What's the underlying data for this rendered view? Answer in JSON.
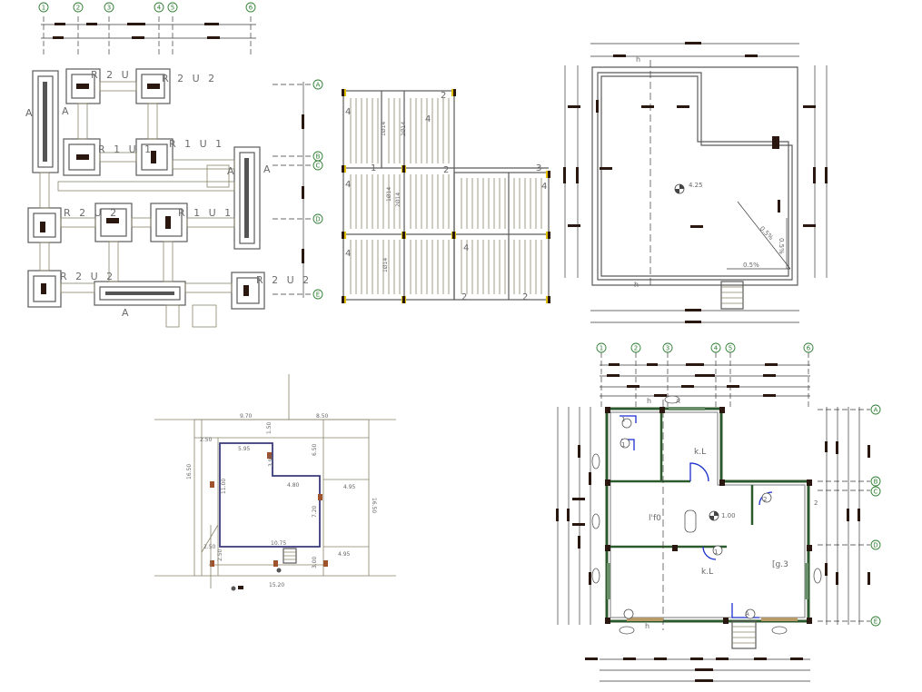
{
  "foundation_plan": {
    "grid_cols": [
      "1",
      "2",
      "3",
      "4",
      "5",
      "6"
    ],
    "grid_rows": [
      "A",
      "B",
      "C",
      "D",
      "E"
    ],
    "section_marks": [
      "A",
      "A",
      "A",
      "A",
      "A"
    ],
    "footing_labels": [
      "R 2 U",
      "R 2 U 2",
      "R 1 U 1",
      "R 1 U 1",
      "R 2 U 2",
      "R 1 U 1",
      "R 2 U 2"
    ]
  },
  "slab_plan": {
    "labels": [
      "2",
      "4",
      "4",
      "1",
      "2",
      "4",
      "3",
      "4",
      "4",
      "4",
      "2",
      "2"
    ],
    "rebar_labels": [
      "1Ø14",
      "2Ø14",
      "1Ø14",
      "2Ø14",
      "1Ø14"
    ]
  },
  "roof_plan": {
    "level": "4.25",
    "slopes": [
      "0.5%",
      "0.5%",
      "0.5%"
    ],
    "marks": [
      "h",
      "h"
    ]
  },
  "site_plan": {
    "dims": [
      "9.70",
      "8.50",
      "2.50",
      "1.50",
      "5.95",
      "3.90",
      "6.50",
      "16.50",
      "11.00",
      "4.80",
      "4.95",
      "7.20",
      "16.50",
      "2.50",
      "10.75",
      "4.95",
      "3.00",
      "2.50",
      "15.20"
    ]
  },
  "ground_plan": {
    "grid_cols": [
      "1",
      "2",
      "3",
      "4",
      "5",
      "6"
    ],
    "grid_rows": [
      "A",
      "B",
      "C",
      "D",
      "E"
    ],
    "rooms": [
      "k.L",
      "l'f0",
      "k.L",
      "[g.3"
    ],
    "level": "1.00",
    "marks": [
      "h",
      "h"
    ],
    "door_labels": [
      "A",
      "1",
      "1",
      "2",
      "2",
      "1",
      "A"
    ]
  },
  "colors": {
    "grid_green": "#2e7d32",
    "wall_grey": "#5b5b5b",
    "dim_black": "#2a1810",
    "door_blue": "#1a2fd0"
  }
}
